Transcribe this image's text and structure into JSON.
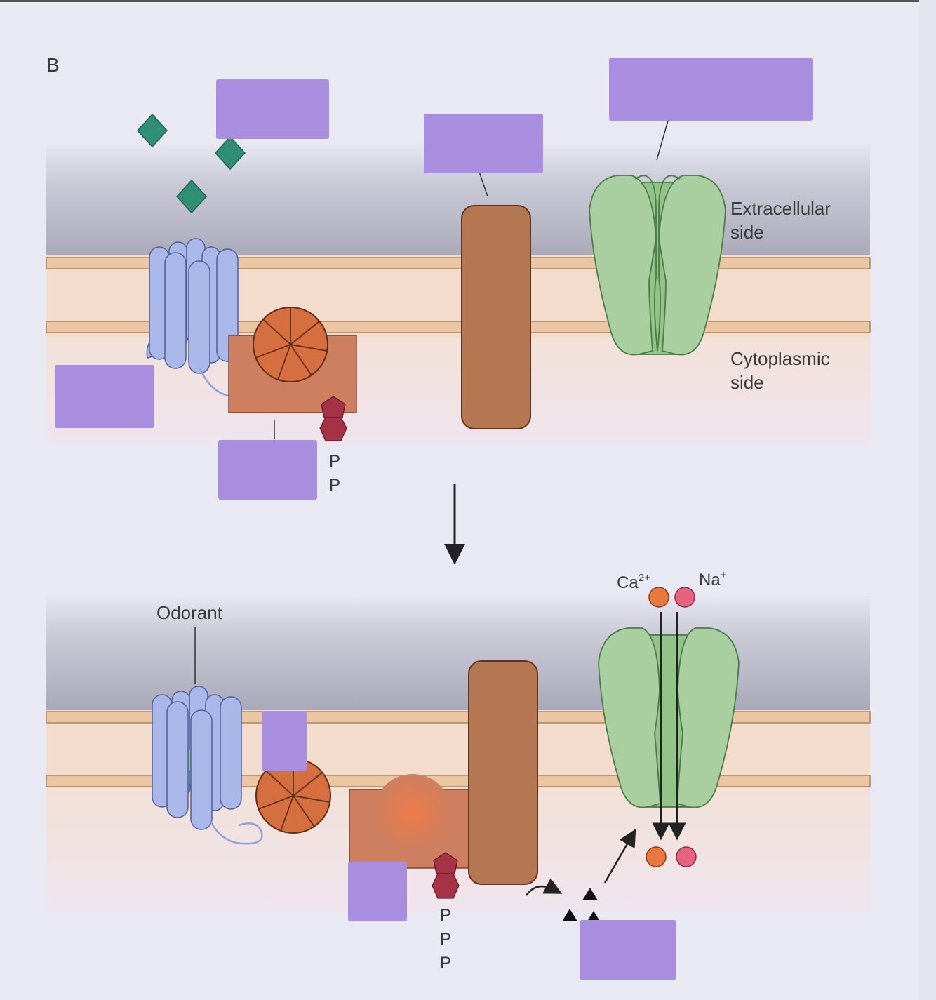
{
  "panel_label": "B",
  "labels": {
    "extracellular_line1": "Extracellular",
    "extracellular_line2": "side",
    "cytoplasmic_line1": "Cytoplasmic",
    "cytoplasmic_line2": "side",
    "odorant": "Odorant",
    "gdp_letters": [
      "P",
      "P"
    ],
    "gtp_letters": [
      "P",
      "P",
      "P"
    ],
    "ion_ca": "Ca",
    "ion_ca_charge": "2+",
    "ion_na": "Na",
    "ion_na_charge": "+"
  },
  "colors": {
    "label_box": "#a98ee0",
    "membrane_outer": "#ecc9a6",
    "membrane_inner": "#f6ded1",
    "receptor": "#a9b8e8",
    "g_protein_box": "#cd7f5f",
    "g_protein_wheel": "#d56f3f",
    "adenylyl_cyclase": "#b47752",
    "cng_channel": "#a9cfa0",
    "odorant_diamond": "#2f8f74",
    "nucleotide": "#a63345",
    "ion_ca": "#e8783d",
    "ion_na": "#e5637f"
  }
}
